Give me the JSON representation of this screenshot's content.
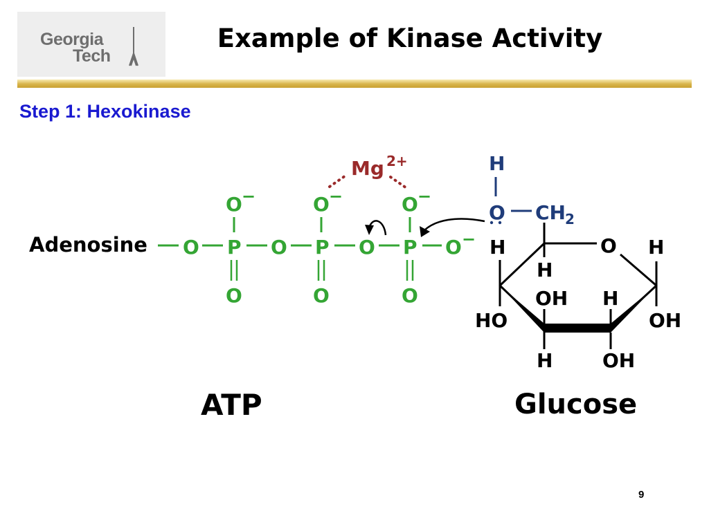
{
  "logo": {
    "line1": "Georgia",
    "line2": "Tech"
  },
  "title": "Example of Kinase Activity",
  "step": "Step 1: Hexokinase",
  "atp": {
    "adenosine": "Adenosine",
    "phosphorus": "P",
    "oxygen": "O",
    "oxide_anion": "O",
    "minus": "−",
    "label": "ATP"
  },
  "magnesium": {
    "symbol": "Mg",
    "charge": "2+"
  },
  "glucose": {
    "h": "H",
    "o": "O",
    "ch2": "CH",
    "sub2": "2",
    "ring_o": "O",
    "oh": "OH",
    "ho": "HO",
    "label": "Glucose"
  },
  "colors": {
    "atp": "#34a534",
    "glucose": "#000000",
    "hydroxyl": "#1f3c7a",
    "magnesium": "#9a2a2a",
    "step": "#1a1ad0",
    "bar": "#d8b44a"
  },
  "page_number": "9"
}
